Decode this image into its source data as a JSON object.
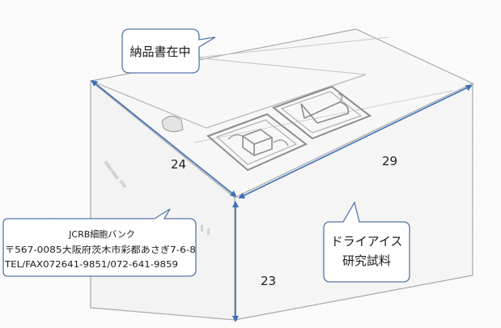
{
  "callouts": {
    "delivery_note": "納品書在中",
    "sender_line1": "JCRB細胞バンク",
    "sender_line2": "〒567-0085大阪府茨木市彩都あさぎ7-6-8",
    "sender_line3": "TEL/FAX072641-9851/072-641-9859",
    "contents_line1": "ドライアイス",
    "contents_line2": "研究試料"
  },
  "dimensions": {
    "left_edge": "24",
    "front_edge": "29",
    "height_edge": "23"
  },
  "colors": {
    "dimension_line": "#3e6fb5",
    "callout_border": "#5577a8",
    "box_line": "#a8a8a8"
  },
  "icons": {
    "handle_with_care": "fragile-hands-glass-icon",
    "umbrella_keep_dry": "keep-dry-icon"
  }
}
